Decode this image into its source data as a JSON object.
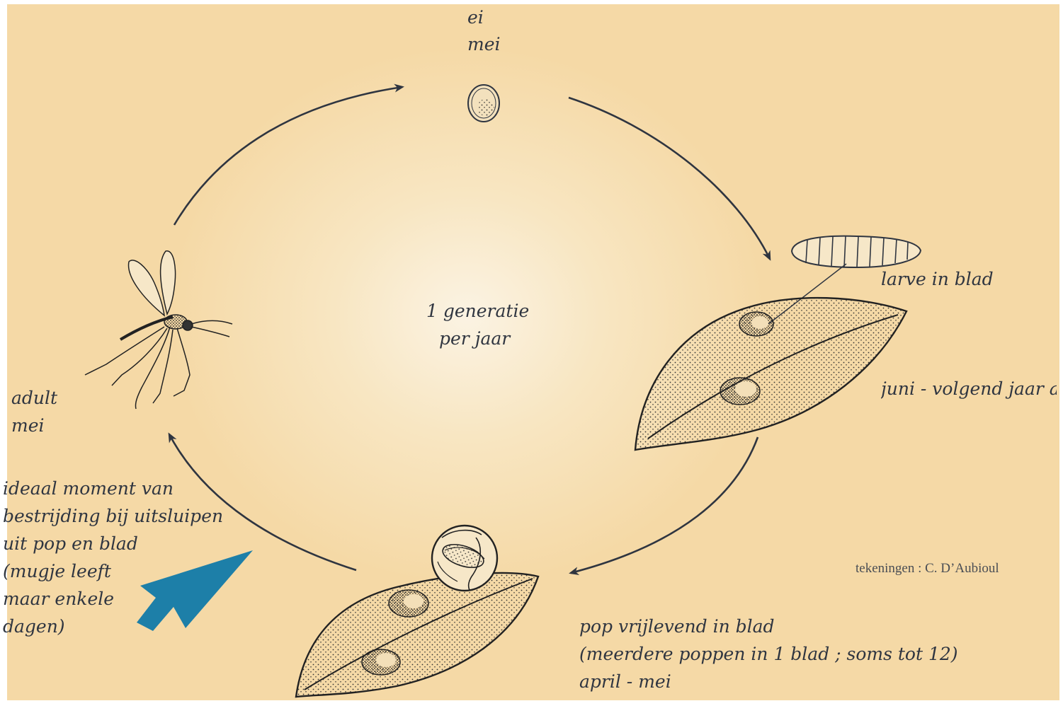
{
  "center": {
    "line1": "1 generatie",
    "line2": "per jaar"
  },
  "stages": {
    "egg": {
      "name": "ei",
      "period": "mei"
    },
    "larva": {
      "name": "larve in blad",
      "period": "juni - volgend jaar a"
    },
    "pupa": {
      "line1": "pop vrijlevend in blad",
      "line2": "(meerdere poppen in 1 blad ; soms tot 12)",
      "period": "april - mei"
    },
    "adult": {
      "name": "adult",
      "period": "mei"
    }
  },
  "control_note": [
    "ideaal moment van",
    "bestrijding bij uitsluipen",
    "uit pop en blad",
    "(mugje leeft",
    "maar enkele",
    "dagen)"
  ],
  "credit": "tekeningen : C. D’Aubioul",
  "colors": {
    "background": "#f5d9a6",
    "ink": "#2f3540",
    "highlight_arrow": "#1d7fa8"
  },
  "icons": [
    "egg-icon",
    "larva-icon",
    "leaf-icon",
    "pupa-cocoon-icon",
    "midge-icon",
    "highlight-arrow-icon"
  ]
}
